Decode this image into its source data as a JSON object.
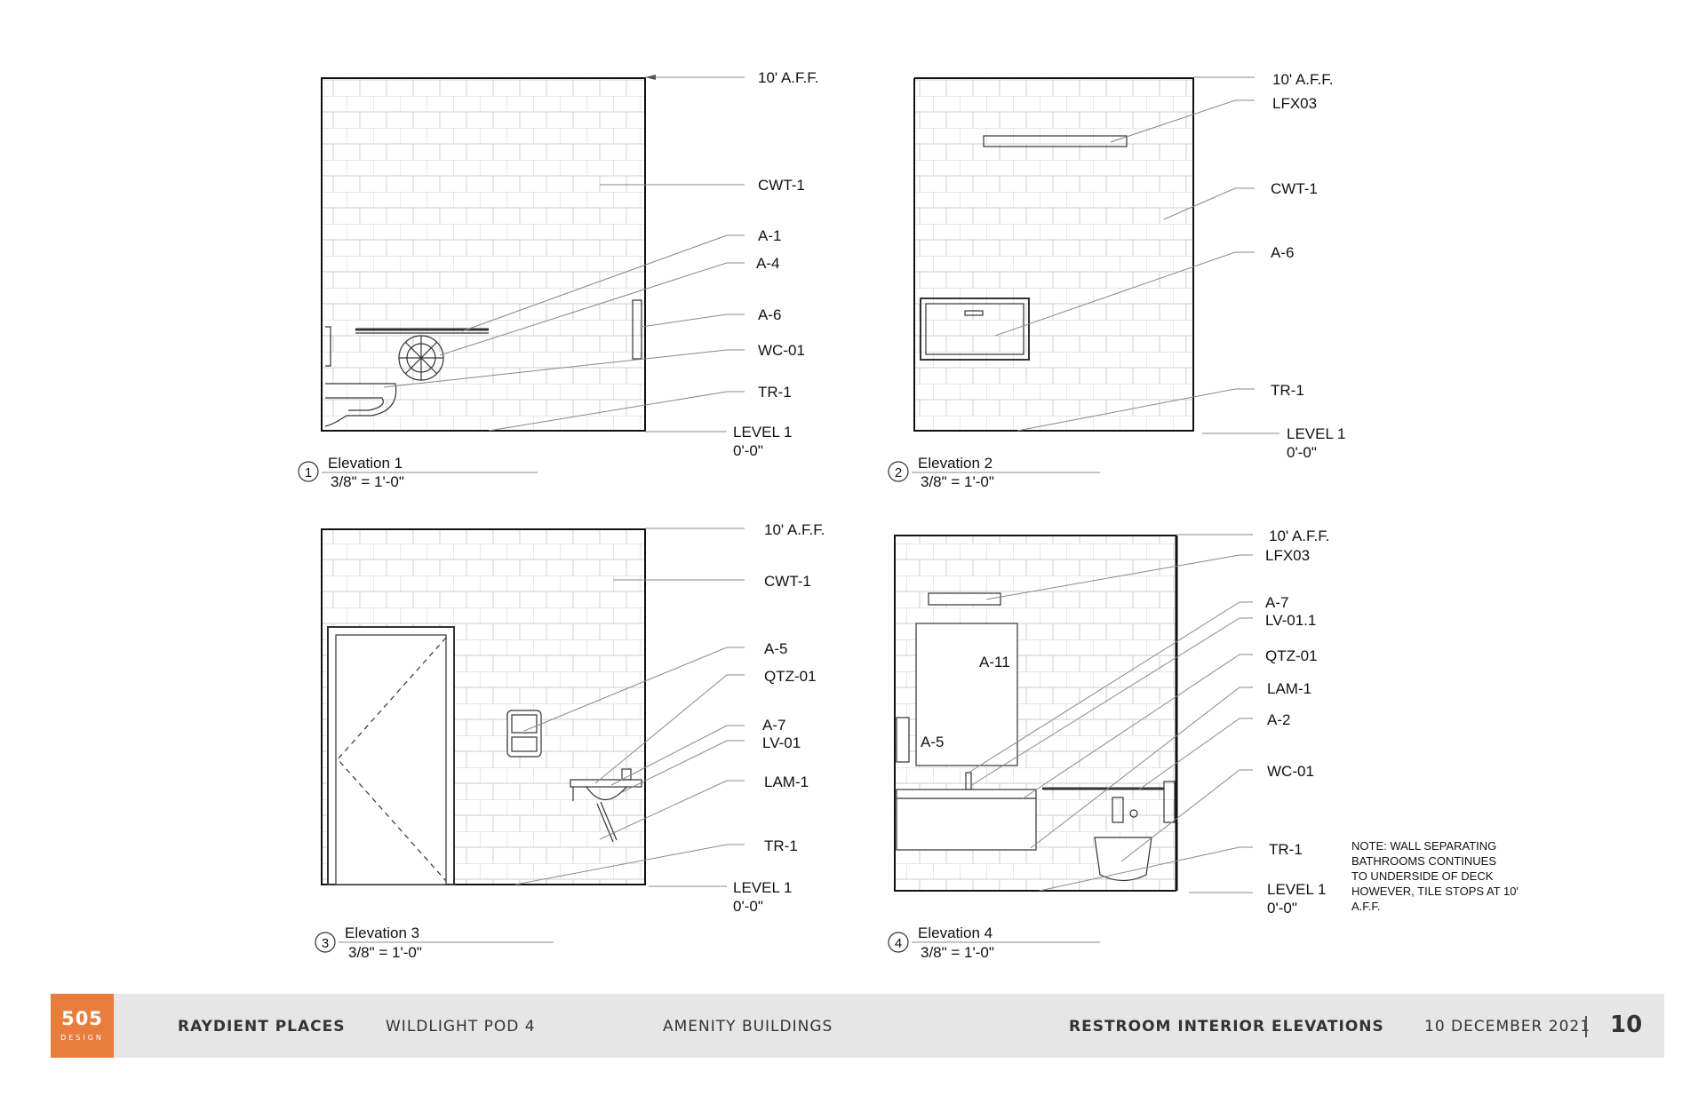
{
  "elevations": [
    {
      "number": "1",
      "title": "Elevation 1",
      "scale": "3/8\" = 1'-0\"",
      "labels": [
        "10' A.F.F.",
        "CWT-1",
        "A-1",
        "A-4",
        "A-6",
        "WC-01",
        "TR-1"
      ],
      "level": "LEVEL 1",
      "level_value": "0'-0\""
    },
    {
      "number": "2",
      "title": "Elevation 2",
      "scale": "3/8\" = 1'-0\"",
      "labels": [
        "10' A.F.F.",
        "LFX03",
        "CWT-1",
        "A-6",
        "TR-1"
      ],
      "level": "LEVEL 1",
      "level_value": "0'-0\""
    },
    {
      "number": "3",
      "title": "Elevation 3",
      "scale": "3/8\" = 1'-0\"",
      "labels": [
        "10' A.F.F.",
        "CWT-1",
        "A-5",
        "QTZ-01",
        "A-7",
        "LV-01",
        "LAM-1",
        "TR-1"
      ],
      "level": "LEVEL 1",
      "level_value": "0'-0\""
    },
    {
      "number": "4",
      "title": "Elevation 4",
      "scale": "3/8\" = 1'-0\"",
      "labels": [
        "10' A.F.F.",
        "LFX03",
        "A-7",
        "LV-01.1",
        "QTZ-01",
        "LAM-1",
        "A-2",
        "WC-01",
        "TR-1"
      ],
      "level": "LEVEL 1",
      "level_value": "0'-0\"",
      "inner_labels": [
        "A-11",
        "A-5"
      ],
      "note": [
        "NOTE: WALL SEPARATING",
        "BATHROOMS CONTINUES",
        "TO UNDERSIDE OF DECK",
        "HOWEVER, TILE STOPS AT 10'",
        "A.F.F."
      ]
    }
  ],
  "footer": {
    "logo_number": "505",
    "logo_subtitle": "DESIGN",
    "client": "RAYDIENT PLACES",
    "project": "WILDLIGHT POD 4",
    "category": "AMENITY BUILDINGS",
    "sheet_title": "RESTROOM INTERIOR ELEVATIONS",
    "date": "10 DECEMBER 2021",
    "page": "10"
  },
  "colors": {
    "logo": "#e87d3e",
    "footer_bg": "#e6e6e6",
    "line": "#111111",
    "tile": "#c8c8c8"
  }
}
